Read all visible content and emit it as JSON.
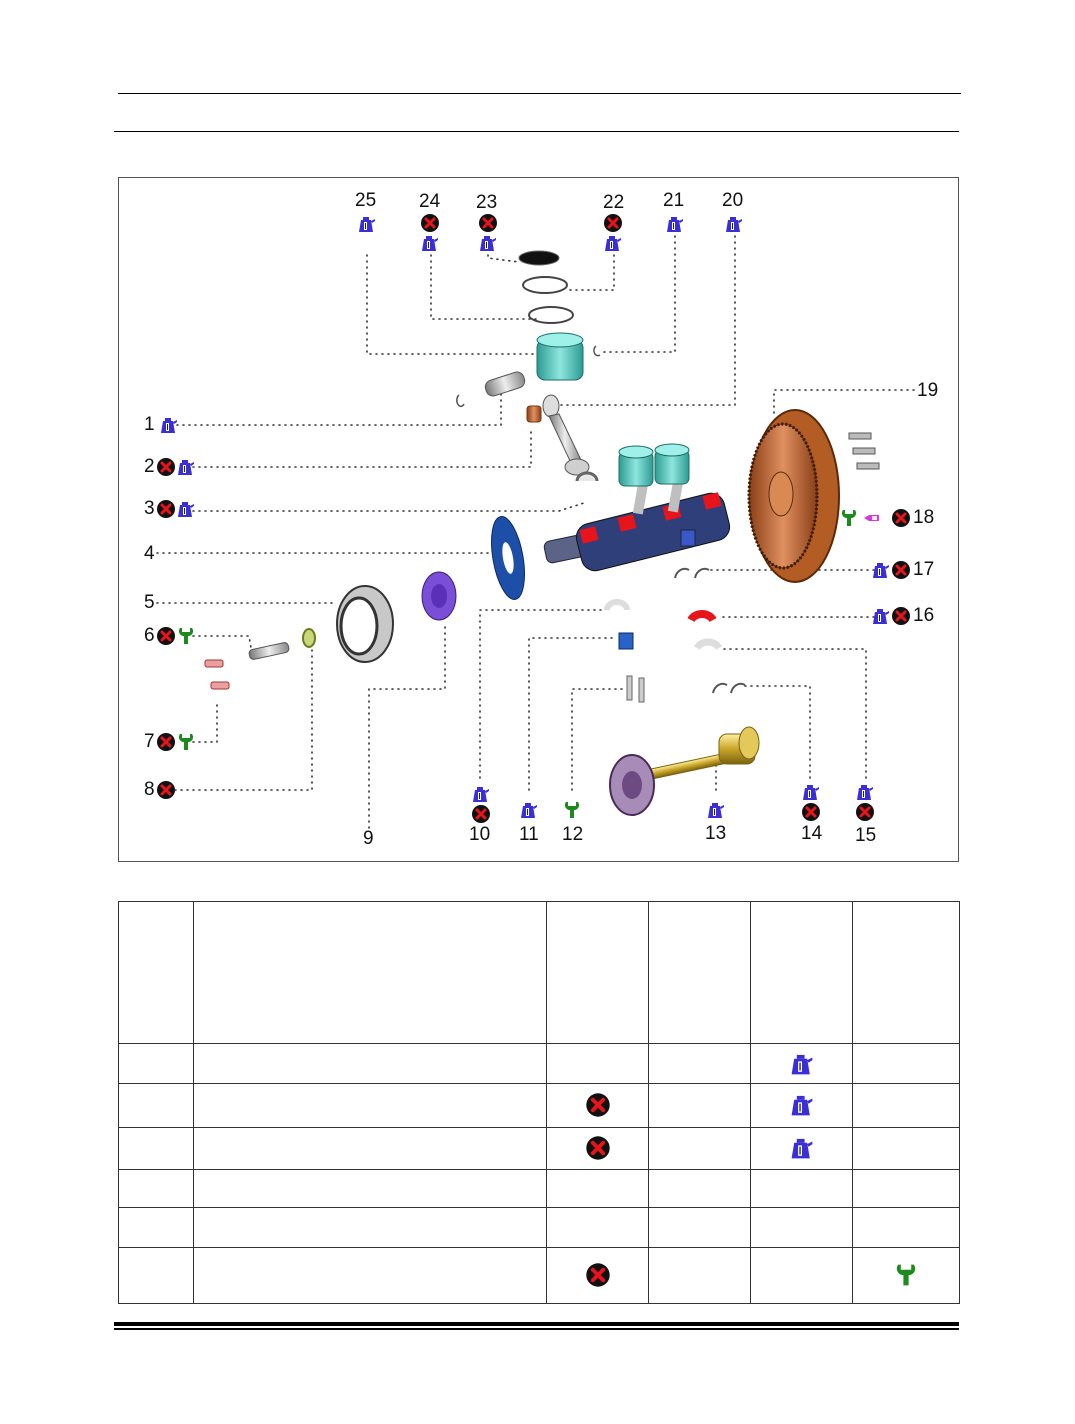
{
  "callouts": [
    {
      "id": "c1",
      "label": "1",
      "icons": [
        "oil-can"
      ]
    },
    {
      "id": "c2",
      "label": "2",
      "icons": [
        "do-not-reuse",
        "oil-can"
      ]
    },
    {
      "id": "c3",
      "label": "3",
      "icons": [
        "do-not-reuse",
        "oil-can"
      ]
    },
    {
      "id": "c4",
      "label": "4",
      "icons": []
    },
    {
      "id": "c5",
      "label": "5",
      "icons": []
    },
    {
      "id": "c6",
      "label": "6",
      "icons": [
        "do-not-reuse",
        "torque-wrench"
      ]
    },
    {
      "id": "c7",
      "label": "7",
      "icons": [
        "do-not-reuse",
        "torque-wrench"
      ]
    },
    {
      "id": "c8",
      "label": "8",
      "icons": [
        "do-not-reuse"
      ]
    },
    {
      "id": "c9",
      "label": "9",
      "icons": []
    },
    {
      "id": "c10",
      "label": "10",
      "icons": [
        "oil-can",
        "do-not-reuse"
      ]
    },
    {
      "id": "c11",
      "label": "11",
      "icons": [
        "oil-can"
      ]
    },
    {
      "id": "c12",
      "label": "12",
      "icons": [
        "torque-wrench"
      ]
    },
    {
      "id": "c13",
      "label": "13",
      "icons": [
        "oil-can"
      ]
    },
    {
      "id": "c14",
      "label": "14",
      "icons": [
        "oil-can",
        "do-not-reuse"
      ]
    },
    {
      "id": "c15",
      "label": "15",
      "icons": [
        "oil-can",
        "do-not-reuse"
      ]
    },
    {
      "id": "c16",
      "label": "16",
      "icons": [
        "oil-can",
        "do-not-reuse"
      ]
    },
    {
      "id": "c17",
      "label": "17",
      "icons": [
        "oil-can",
        "do-not-reuse"
      ]
    },
    {
      "id": "c18",
      "label": "18",
      "icons": [
        "torque-wrench",
        "sealant",
        "do-not-reuse"
      ]
    },
    {
      "id": "c19",
      "label": "19",
      "icons": []
    },
    {
      "id": "c20",
      "label": "20",
      "icons": [
        "oil-can"
      ]
    },
    {
      "id": "c21",
      "label": "21",
      "icons": [
        "oil-can"
      ]
    },
    {
      "id": "c22",
      "label": "22",
      "icons": [
        "do-not-reuse",
        "oil-can"
      ]
    },
    {
      "id": "c23",
      "label": "23",
      "icons": [
        "do-not-reuse",
        "oil-can"
      ]
    },
    {
      "id": "c24",
      "label": "24",
      "icons": [
        "do-not-reuse",
        "oil-can"
      ]
    },
    {
      "id": "c25",
      "label": "25",
      "icons": [
        "oil-can"
      ]
    }
  ],
  "table": {
    "header": [
      "",
      "",
      "",
      "",
      "",
      ""
    ],
    "rows": [
      {
        "cells": [
          "",
          "",
          "",
          "",
          "",
          ""
        ],
        "icons": [
          "",
          "",
          "",
          "",
          "oil-can",
          ""
        ]
      },
      {
        "cells": [
          "",
          "",
          "",
          "",
          "",
          ""
        ],
        "icons": [
          "",
          "",
          "do-not-reuse",
          "",
          "oil-can",
          ""
        ]
      },
      {
        "cells": [
          "",
          "",
          "",
          "",
          "",
          ""
        ],
        "icons": [
          "",
          "",
          "do-not-reuse",
          "",
          "oil-can",
          ""
        ]
      },
      {
        "cells": [
          "",
          "",
          "",
          "",
          "",
          ""
        ],
        "icons": [
          "",
          "",
          "",
          "",
          "",
          ""
        ]
      },
      {
        "cells": [
          "",
          "",
          "",
          "",
          "",
          ""
        ],
        "icons": [
          "",
          "",
          "",
          "",
          "",
          ""
        ]
      },
      {
        "cells": [
          "",
          "",
          "",
          "",
          "",
          ""
        ],
        "icons": [
          "",
          "",
          "do-not-reuse",
          "",
          "",
          "torque-wrench"
        ]
      }
    ]
  },
  "colors": {
    "oil_can": "#3a2fd6",
    "do_not_reuse": "#e8141b",
    "torque_wrench": "#1c8a1c",
    "sealant": "#d23bd6",
    "piston": "#45c2b8",
    "flywheel": "#c8733a",
    "crank_blue": "#2e3f7a"
  }
}
